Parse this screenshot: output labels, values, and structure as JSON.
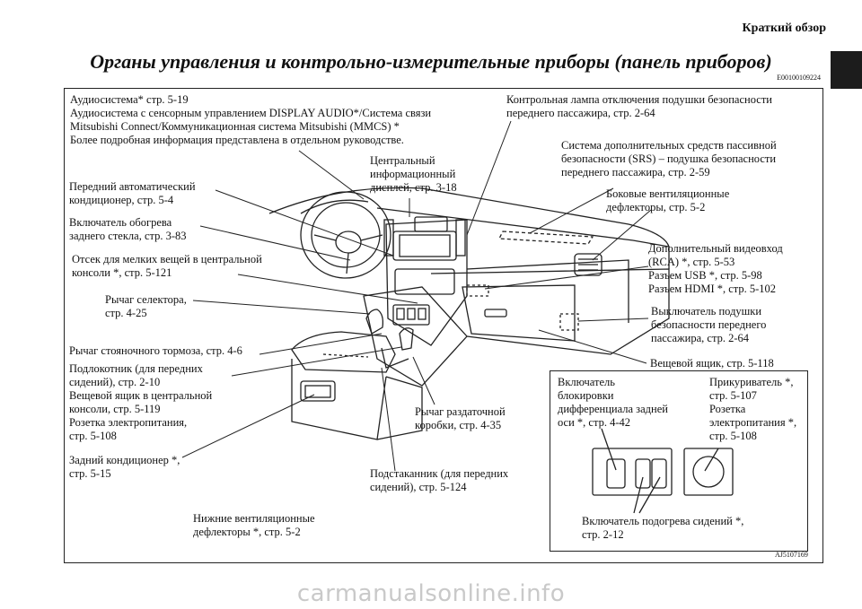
{
  "header": {
    "section": "Краткий обзор"
  },
  "title": "Органы управления и контрольно-измерительные приборы (панель приборов)",
  "doc_code": "E00100109224",
  "labels": {
    "audio": "Аудиосистема* стр. 5-19\nАудиосистема с сенсорным управлением DISPLAY AUDIO*/Система связи\nMitsubishi Connect/Коммуникационная система Mitsubishi (MMCS) *\nБолее подробная информация представлена в отдельном руководстве.",
    "airbag_lamp": "Контрольная лампа отключения подушки безопасности\nпереднего пассажира, стр. 2-64",
    "central_display": "Центральный\nинформационный\nдисплей, стр. 3-18",
    "srs": "Система дополнительных средств пассивной\nбезопасности (SRS) – подушка безопасности\nпереднего пассажира, стр. 2-59",
    "auto_ac": "Передний автоматический\nкондиционер, стр. 5-4",
    "side_vents": "Боковые вентиляционные\nдефлекторы, стр. 5-2",
    "rear_defog": "Включатель обогрева\nзаднего стекла, стр. 3-83",
    "aux_input": "Дополнительный видеовход\n(RCA) *, стр. 5-53\nРазъем USB *, стр. 5-98\nРазъем HDMI *, стр. 5-102",
    "console_tray": "Отсек для мелких вещей в центральной\nконсоли *, стр. 5-121",
    "selector": "Рычаг селектора,\nстр. 4-25",
    "airbag_switch": "Выключатель подушки\nбезопасности переднего\nпассажира, стр. 2-64",
    "parking_brake": "Рычаг стояночного тормоза, стр. 4-6",
    "glovebox": "Вещевой ящик, стр. 5-118",
    "armrest": "Подлокотник (для передних\nсидений), стр. 2-10\nВещевой ящик в центральной\nконсоли, стр. 5-119\nРозетка электропитания,\nстр. 5-108",
    "transfer": "Рычаг раздаточной\nкоробки, стр. 4-35",
    "rear_ac": "Задний кондиционер *,\nстр. 5-15",
    "cupholder": "Подстаканник (для передних\nсидений), стр. 5-124",
    "lower_vents": "Нижние вентиляционные\nдефлекторы *, стр. 5-2",
    "diff_lock": "Включатель\nблокировки\nдифференциала задней\nоси *, стр. 4-42",
    "lighter": "Прикуриватель *,\nстр. 5-107\nРозетка\nэлектропитания *,\nстр. 5-108",
    "seat_heater": "Включатель подогрева сидений *,\nстр. 2-12"
  },
  "figure_code": "AJ5107169",
  "watermark": "carmanualsonline.info"
}
